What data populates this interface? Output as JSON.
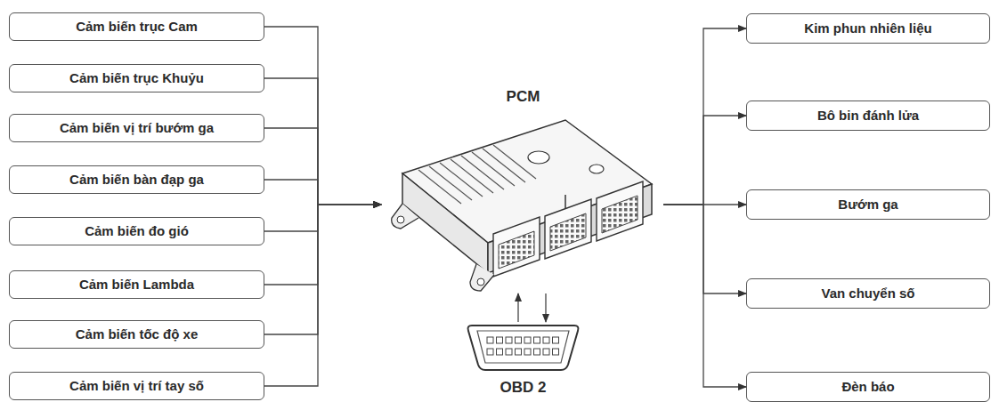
{
  "diagram": {
    "nodes": [
      {
        "text": [
          "Cảm biến trục Cam"
        ]
      },
      {
        "text": [
          "Cảm biến trục Khuỷu"
        ]
      },
      {
        "text": [
          "Cảm biến vị trí bướm ga"
        ]
      },
      {
        "text": [
          "Cảm biến bàn đạp ga"
        ]
      },
      {
        "text": [
          "Cảm biến đo gió"
        ]
      },
      {
        "text": [
          "Cảm biến Lambda"
        ]
      },
      {
        "text": [
          "Cảm biến tốc độ xe"
        ]
      },
      {
        "text": [
          "Cảm biến vị trí tay số"
        ]
      },
      {
        "text": [
          "PCM"
        ]
      },
      {
        "text": [
          "OBD 2"
        ]
      },
      {
        "text": [
          "Kim phun nhiên liệu"
        ]
      },
      {
        "text": [
          "Bô bin đánh lửa"
        ]
      },
      {
        "text": [
          "Bướm ga"
        ]
      },
      {
        "text": [
          "Van chuyển số"
        ]
      },
      {
        "text": [
          "Đèn báo"
        ]
      }
    ],
    "edges": [
      {
        "from": 0,
        "to": 8,
        "arrow": "to"
      },
      {
        "from": 1,
        "to": 8,
        "arrow": "to"
      },
      {
        "from": 2,
        "to": 8,
        "arrow": "to"
      },
      {
        "from": 3,
        "to": 8,
        "arrow": "to"
      },
      {
        "from": 4,
        "to": 8,
        "arrow": "to"
      },
      {
        "from": 5,
        "to": 8,
        "arrow": "to"
      },
      {
        "from": 6,
        "to": 8,
        "arrow": "to"
      },
      {
        "from": 7,
        "to": 8,
        "arrow": "to"
      },
      {
        "from": 8,
        "to": 10,
        "arrow": "to"
      },
      {
        "from": 8,
        "to": 11,
        "arrow": "to"
      },
      {
        "from": 8,
        "to": 12,
        "arrow": "to"
      },
      {
        "from": 8,
        "to": 13,
        "arrow": "to"
      },
      {
        "from": 8,
        "to": 14,
        "arrow": "to"
      },
      {
        "from": 9,
        "to": 8,
        "arrow": "to"
      },
      {
        "from": 8,
        "to": 9,
        "arrow": "to"
      }
    ]
  }
}
